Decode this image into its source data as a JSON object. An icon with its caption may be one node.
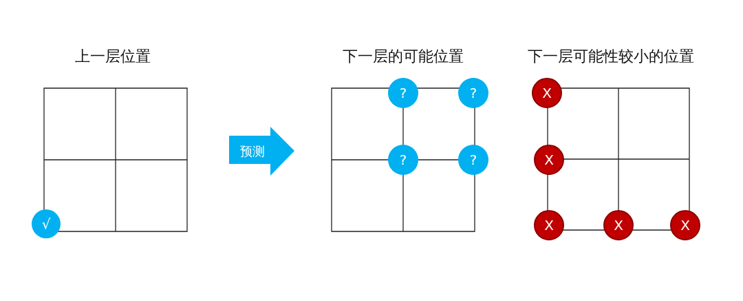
{
  "diagram": {
    "nodes": [
      {
        "text": [
          "√"
        ]
      },
      {
        "text": [
          "预测"
        ]
      },
      {
        "text": [
          "?"
        ]
      },
      {
        "text": [
          "?"
        ]
      },
      {
        "text": [
          "?"
        ]
      },
      {
        "text": [
          "?"
        ]
      },
      {
        "text": [
          "X"
        ]
      },
      {
        "text": [
          "X"
        ]
      },
      {
        "text": [
          "X"
        ]
      },
      {
        "text": [
          "X"
        ]
      },
      {
        "text": [
          "X"
        ]
      }
    ],
    "labels": [
      "上一层位置",
      "下一层的可能位置",
      "下一层可能性较小的位置"
    ]
  }
}
